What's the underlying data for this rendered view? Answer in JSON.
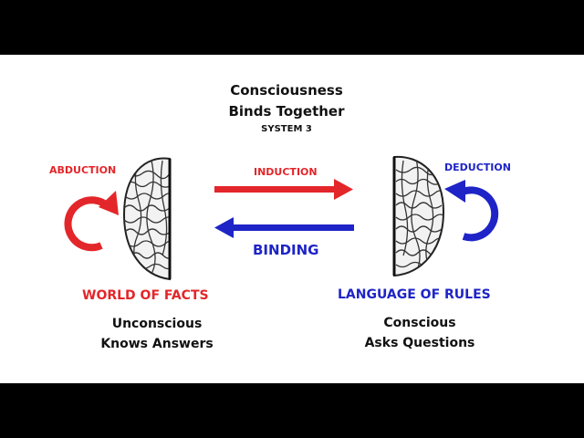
{
  "title": {
    "line1": "Consciousness",
    "line2": "Binds Together",
    "subtitle": "SYSTEM 3"
  },
  "left": {
    "loop_label": "ABDUCTION",
    "heading": "WORLD OF FACTS",
    "desc_line1": "Unconscious",
    "desc_line2": "Knows Answers",
    "color": "#e3262a"
  },
  "right": {
    "loop_label": "DEDUCTION",
    "heading": "LANGUAGE OF RULES",
    "desc_line1": "Conscious",
    "desc_line2": "Asks Questions",
    "color": "#1e24c6"
  },
  "center": {
    "forward_label": "INDUCTION",
    "backward_label": "BINDING"
  },
  "icons": {
    "left": "brain-left-hemisphere-icon",
    "right": "brain-right-hemisphere-icon"
  }
}
